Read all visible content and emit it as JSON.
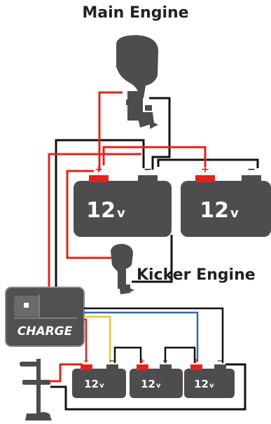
{
  "diagram": {
    "main_engine_label": "Main Engine",
    "kicker_engine_label": "Kicker Engine",
    "charger_label": "CHARGE",
    "large_batteries": [
      {
        "voltage": "12",
        "unit": "v"
      },
      {
        "voltage": "12",
        "unit": "v"
      }
    ],
    "small_batteries": [
      {
        "voltage": "12",
        "unit": "v"
      },
      {
        "voltage": "12",
        "unit": "v"
      },
      {
        "voltage": "12",
        "unit": "v"
      }
    ],
    "terminal_positive": "+",
    "terminal_negative": "−",
    "colors": {
      "positive_wire": "#e2231a",
      "negative_wire": "#111111",
      "blue_wire": "#2b6cb5",
      "yellow_wire": "#f2c12e",
      "battery": "#4d4d4f",
      "engine": "#4d4d4f",
      "charger": "#505052"
    }
  }
}
